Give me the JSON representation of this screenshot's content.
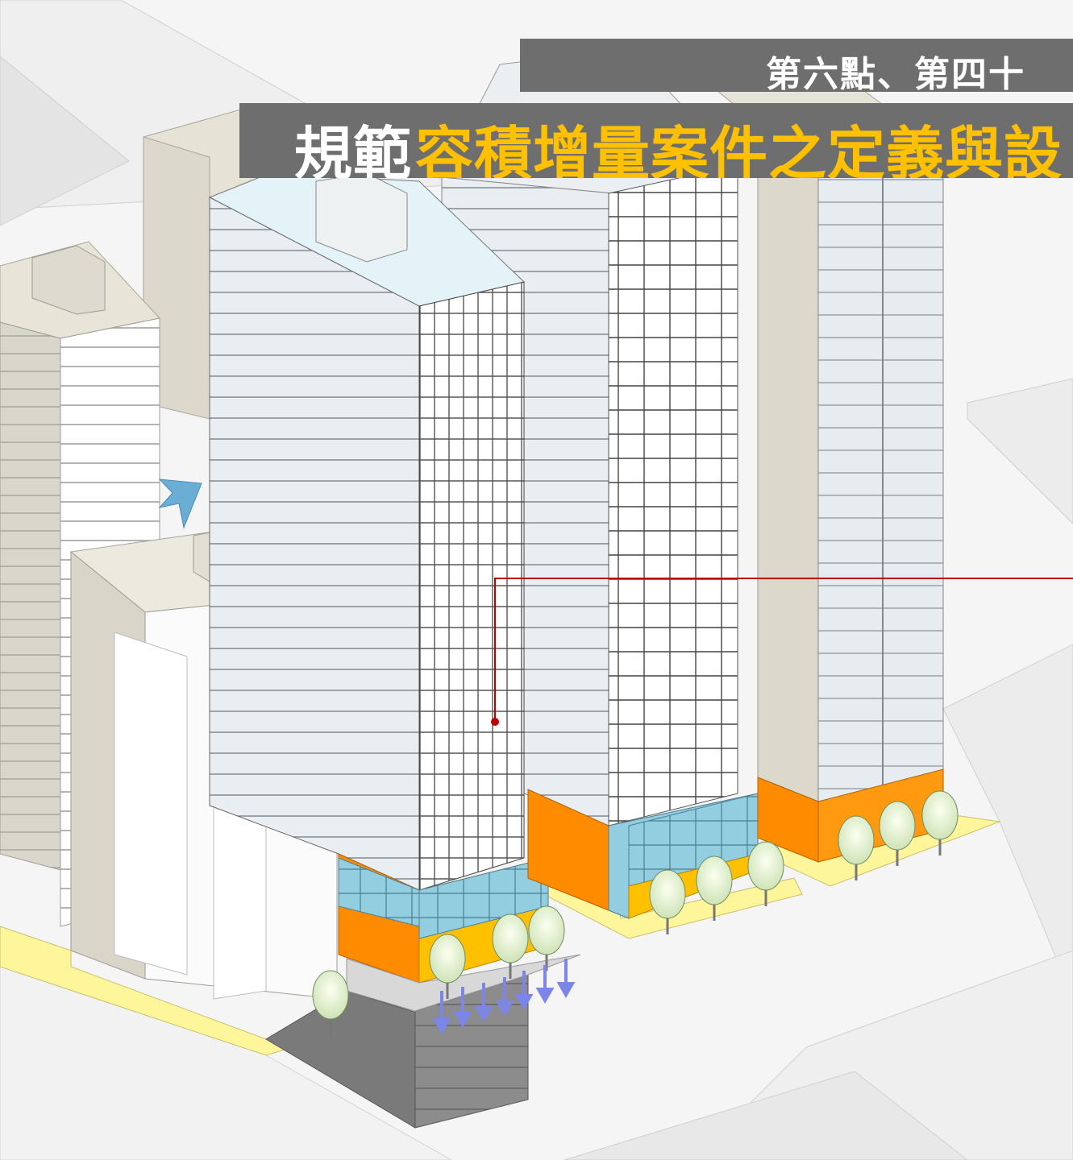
{
  "header": {
    "subtitle": "第六點、第四十",
    "title_white": "規範",
    "title_highlight": "容積增量案件之定義與設"
  },
  "colors": {
    "banner_bg": "#6e6e6e",
    "title_highlight": "#ffc000",
    "callout_line": "#c00000",
    "podium_orange": "#ff8c00",
    "podium_glass": "#8fc6dc",
    "sidewalk_yellow": "#fff59a",
    "arrow_blue": "#7b86e6",
    "wind_arrow": "#6aaed6"
  },
  "icons": [
    "wind-arrow-icon",
    "downwash-arrows-icon",
    "tree-icon",
    "callout-dot-icon"
  ]
}
